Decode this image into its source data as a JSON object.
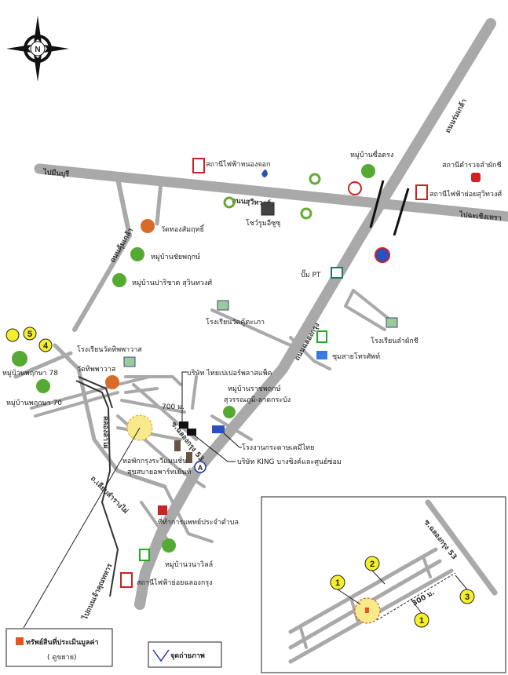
{
  "compass": {
    "north": "N"
  },
  "roads": {
    "to_minburi": "ไปมีนบุรี",
    "suwinthawong": "ถนนสุวิทวงศ์",
    "to_chachoengsao": "ไปฉะเชิงเทรา",
    "romklao": "ถนนร่มเกล้า",
    "chalongkrung": "ถนนฉลองกรุง",
    "khumklao": "ถนนคุ้มเกล้า",
    "to_chaokhun_thahan": "ไปถนนเจ้าคุณทหาร",
    "liap_lamrang": "ถ.เลียบลำรางไผ่",
    "khlong": "คลองลำไผ่",
    "soi_53": "ซ.ฉลองกรุง 53",
    "distance_700": "700 ม."
  },
  "landmarks": {
    "substation_nongchok": "สถานีไฟฟ้าหนองจอก",
    "police": "สถานีตำรวจลำผักชี",
    "substation_suwinthawong": "สถานีไฟฟ้าย่อยสุวิทวงศ์",
    "village_suetrong": "หมู่บ้านซื่อตรง",
    "showroom": "โชว์รูมอีซูซุ",
    "wat_thongsammakkhi": "วัดทองสัมฤทธิ์",
    "village_chaiyaphruek": "หมู่บ้านชัยพฤกษ์",
    "village_parichat": "หมู่บ้านปาริชาต สุวินทวงศ์",
    "pump_pt": "ปั๊ม PT",
    "school_wat_khu": "โรงเรียนวัดคู้ตะเภา",
    "school_lamphakchi": "โรงเรียนลำผักชี",
    "phone_exchange": "ชุมสายโทรศัพท์",
    "village_phruksa78": "หมู่บ้านพฤกษา 78",
    "village_phruksa70": "หมู่บ้านพฤกษา 70",
    "school_wat_thipphawat": "โรงเรียนวัดทิพพาวาส",
    "wat_thipphawat": "วัดทิพพาวาส",
    "thai_paper": "บริษัท ไทยเปเปอร์พลาสแพ็ค",
    "village_ratchaphruek_1": "หมู่บ้านราชพฤกษ์",
    "village_ratchaphruek_2": "สุวรรณภูมิ-ลาดกระบัง",
    "paper_factory": "โรงงานกระดาษเคมีไทย",
    "king_company": "บริษัท KING บางซิงค์และศูนย์ซ่อม",
    "apartment_1": "หอพักกรุงระวีแมนชั่น",
    "apartment_2": "สุขสบายอพาร์ทเม้นท์",
    "clinic": "ที่ทำการแพทย์ประจำตำบล",
    "village_wana": "หมู่บ้านวนาวิลล์",
    "substation_chalongkrung": "สถานีไฟฟ้าย่อยฉลองกรุง",
    "photo_point_letter": "A"
  },
  "markers": {
    "m4": "4",
    "m5": "5"
  },
  "legend": {
    "property": "ทรัพย์สินที่ประเมินมูลค่า",
    "zoom_note": "( ดูขยาย)",
    "photo_point": "จุดถ่ายภาพ"
  },
  "inset": {
    "soi_label": "ซ.ฉลองกรุง 53",
    "distance": "300 ม.",
    "markers": [
      "1",
      "2",
      "3",
      "1"
    ]
  },
  "colors": {
    "road": "#a9a9a9",
    "marker": "#f5ee2a",
    "property_zone": "#f8e98a"
  }
}
